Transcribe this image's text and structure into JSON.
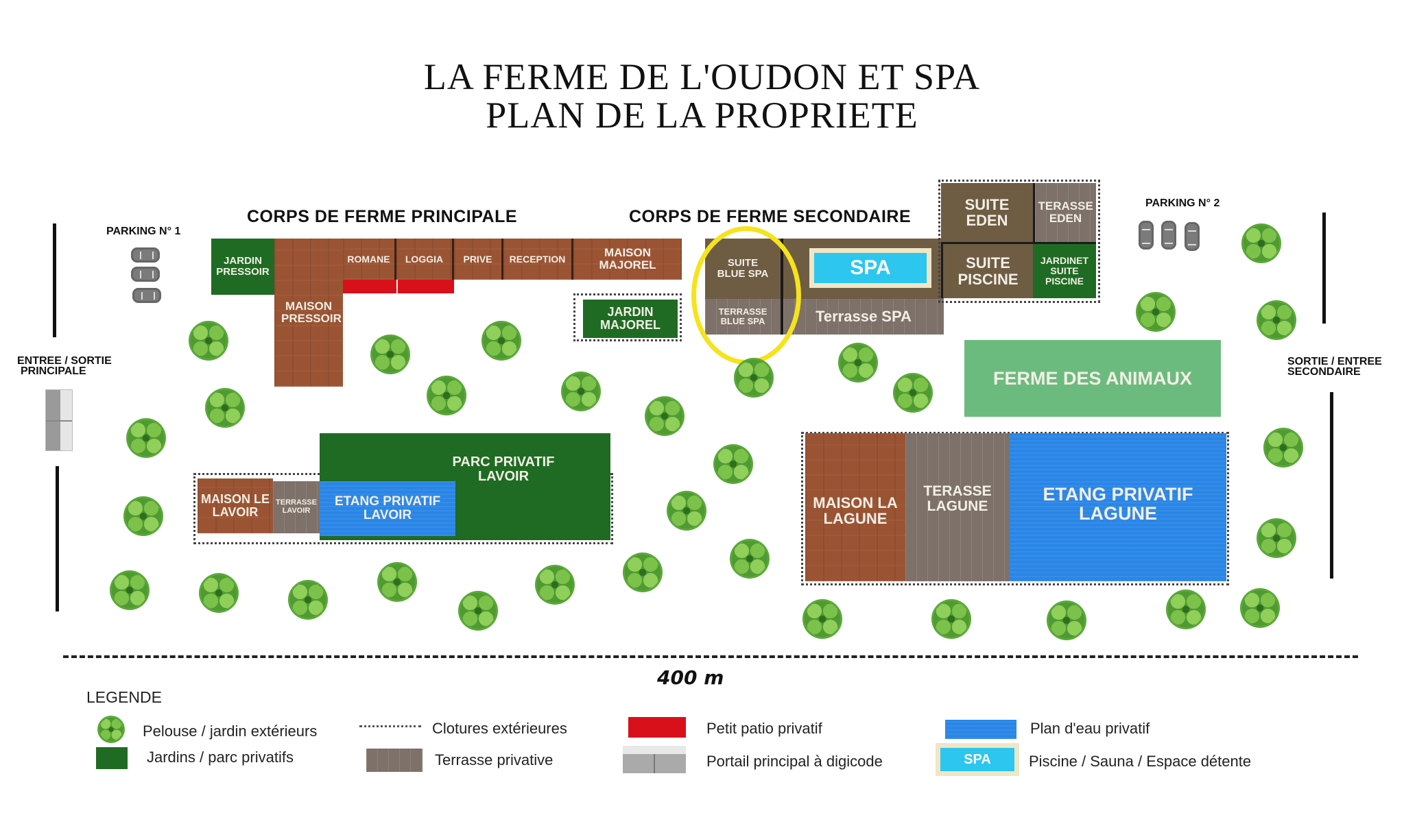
{
  "header": {
    "title_line1": "LA FERME DE L'OUDON ET SPA",
    "title_line2": "PLAN DE LA PROPRIETE"
  },
  "sections": {
    "principale": "CORPS DE FERME PRINCIPALE",
    "secondaire": "CORPS DE FERME SECONDAIRE"
  },
  "parking": {
    "p1": "PARKING N° 1",
    "p2": "PARKING N° 2"
  },
  "entrances": {
    "main_line1": "ENTREE / SORTIE",
    "main_line2": "PRINCIPALE",
    "secondary_line1": "SORTIE / ENTREE",
    "secondary_line2": "SECONDAIRE"
  },
  "zones": {
    "jardin_pressoir": "JARDIN PRESSOIR",
    "maison_pressoir": "MAISON PRESSOIR",
    "romane": "ROMANE",
    "loggia": "LOGGIA",
    "prive": "PRIVE",
    "reception": "RECEPTION",
    "maison_majorel": "MAISON MAJOREL",
    "jardin_majorel": "JARDIN MAJOREL",
    "suite_blue_spa": "SUITE BLUE SPA",
    "terrasse_blue_spa": "TERRASSE BLUE SPA",
    "spa": "SPA",
    "terrasse_spa": "Terrasse SPA",
    "suite_eden": "SUITE EDEN",
    "terasse_eden": "TERASSE EDEN",
    "suite_piscine": "SUITE PISCINE",
    "jardinet_suite_piscine": "JARDINET SUITE PISCINE",
    "ferme_des_animaux": "FERME DES ANIMAUX",
    "maison_le_lavoir": "MAISON LE LAVOIR",
    "terrasse_lavoir": "TERRASSE LAVOIR",
    "etang_privatif_lavoir": "ETANG PRIVATIF LAVOIR",
    "parc_privatif_lavoir": "PARC PRIVATIF LAVOIR",
    "maison_la_lagune": "MAISON LA LAGUNE",
    "terasse_lagune": "TERASSE LAGUNE",
    "etang_privatif_lagune": "ETANG PRIVATIF LAGUNE"
  },
  "scale": {
    "label": "400 m"
  },
  "legend": {
    "title": "LEGENDE",
    "items": [
      {
        "icon": "tree-icon",
        "label": "Pelouse / jardin extérieurs"
      },
      {
        "icon": "private-garden-swatch",
        "label": "Jardins / parc privatifs"
      },
      {
        "icon": "fence-dots-icon",
        "label": "Clotures extérieures"
      },
      {
        "icon": "terrace-swatch",
        "label": "Terrasse privative"
      },
      {
        "icon": "patio-swatch",
        "label": "Petit patio privatif"
      },
      {
        "icon": "gate-icon",
        "label": "Portail principal à digicode"
      },
      {
        "icon": "water-swatch",
        "label": "Plan d'eau privatif"
      },
      {
        "icon": "spa-swatch",
        "label": "Piscine / Sauna / Espace détente",
        "swatch_text": "SPA"
      }
    ]
  },
  "colors": {
    "brick": "#9a5434",
    "brown": "#6e5c43",
    "terrace_grey": "#7d716a",
    "private_green": "#1f6b23",
    "animal_farm_green": "#6cbb7e",
    "water_blue": "#2a86e6",
    "spa_cyan": "#2cc6ee",
    "patio_red": "#d8101a",
    "highlight_yellow": "#f5e31d"
  }
}
